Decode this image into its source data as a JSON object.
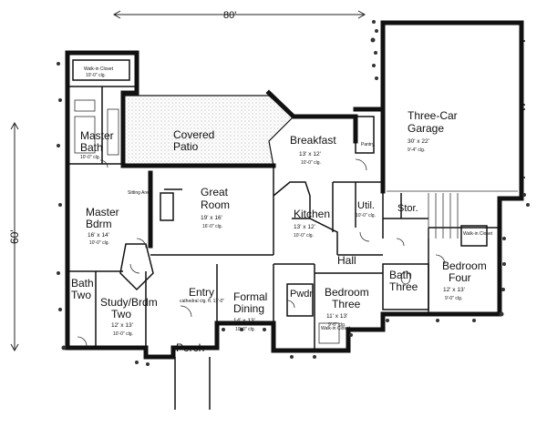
{
  "dimensions": {
    "width": "80'",
    "depth": "60'"
  },
  "rooms": {
    "walk_in_closet_master": {
      "name": "Walk-in Closet",
      "clg": "10'-0\" clg."
    },
    "master_bath": {
      "name1": "Master",
      "name2": "Bath",
      "clg": "10'-0\" clg."
    },
    "covered_patio": {
      "name1": "Covered",
      "name2": "Patio"
    },
    "breakfast": {
      "name": "Breakfast",
      "size": "13' x 12'",
      "clg": "10'-0\" clg."
    },
    "pantry": {
      "name": "Pantry"
    },
    "garage": {
      "name1": "Three-Car",
      "name2": "Garage",
      "size": "30' x 22'",
      "clg": "9'-4\" clg."
    },
    "sitting_area": {
      "name": "Sitting Area"
    },
    "master_bedroom": {
      "name1": "Master",
      "name2": "Bdrm",
      "size": "16' x 14'",
      "clg": "10'-0\" clg."
    },
    "great_room": {
      "name1": "Great",
      "name2": "Room",
      "size": "19' x 16'",
      "clg": "16'-0\" clg."
    },
    "kitchen": {
      "name": "Kitchen",
      "size": "13' x 12'",
      "clg": "10'-0\" clg."
    },
    "utility": {
      "name": "Util.",
      "clg": "10'-0\" clg."
    },
    "storage": {
      "name": "Stor."
    },
    "walk_in_closet_four": {
      "name": "Walk-in Closet"
    },
    "bedroom_four": {
      "name1": "Bedroom",
      "name2": "Four",
      "size": "12' x 13'",
      "clg": "9'-0\" clg."
    },
    "hall": {
      "name": "Hall"
    },
    "bath_two": {
      "name1": "Bath",
      "name2": "Two"
    },
    "study": {
      "name1": "Study/Brdm",
      "name2": "Two",
      "size": "12' x 13'",
      "clg": "10'-0\" clg."
    },
    "entry": {
      "name": "Entry",
      "clg": "cathedral clg. ft. 11'-0\""
    },
    "formal_dining": {
      "name1": "Formal",
      "name2": "Dining",
      "size": "14' x 13'",
      "clg": "10'-0\" clg."
    },
    "powder": {
      "name": "Pwdr"
    },
    "walk_in_closet_three": {
      "name": "Walk-in Closet"
    },
    "bedroom_three": {
      "name1": "Bedroom",
      "name2": "Three",
      "size": "11' x 13'",
      "clg": "9'-0\" clg."
    },
    "bath_three": {
      "name1": "Bath",
      "name2": "Three"
    },
    "porch": {
      "name": "Porch"
    }
  }
}
